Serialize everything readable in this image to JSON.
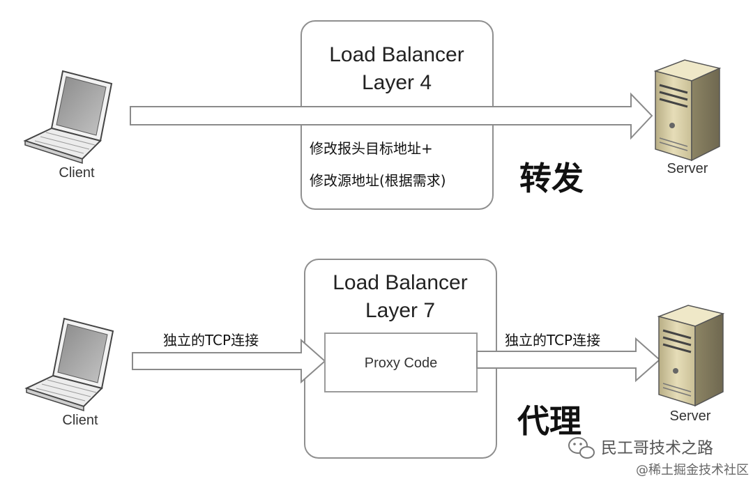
{
  "layer4": {
    "title_line1": "Load Balancer",
    "title_line2": "Layer 4",
    "note_line1": "修改报头目标地址+",
    "note_line2": "修改源地址(根据需求)",
    "mode_label": "转发"
  },
  "layer7": {
    "title_line1": "Load Balancer",
    "title_line2": "Layer 7",
    "proxy_label": "Proxy Code",
    "tcp_left": "独立的TCP连接",
    "tcp_right": "独立的TCP连接",
    "mode_label": "代理"
  },
  "client_label": "Client",
  "server_label": "Server",
  "watermark": {
    "account": "民工哥技术之路",
    "platform": "@稀土掘金技术社区"
  },
  "colors": {
    "box_stroke": "#8f8f8f",
    "arrow_stroke": "#8a8a8a",
    "server_body": "#d8cfa9"
  }
}
